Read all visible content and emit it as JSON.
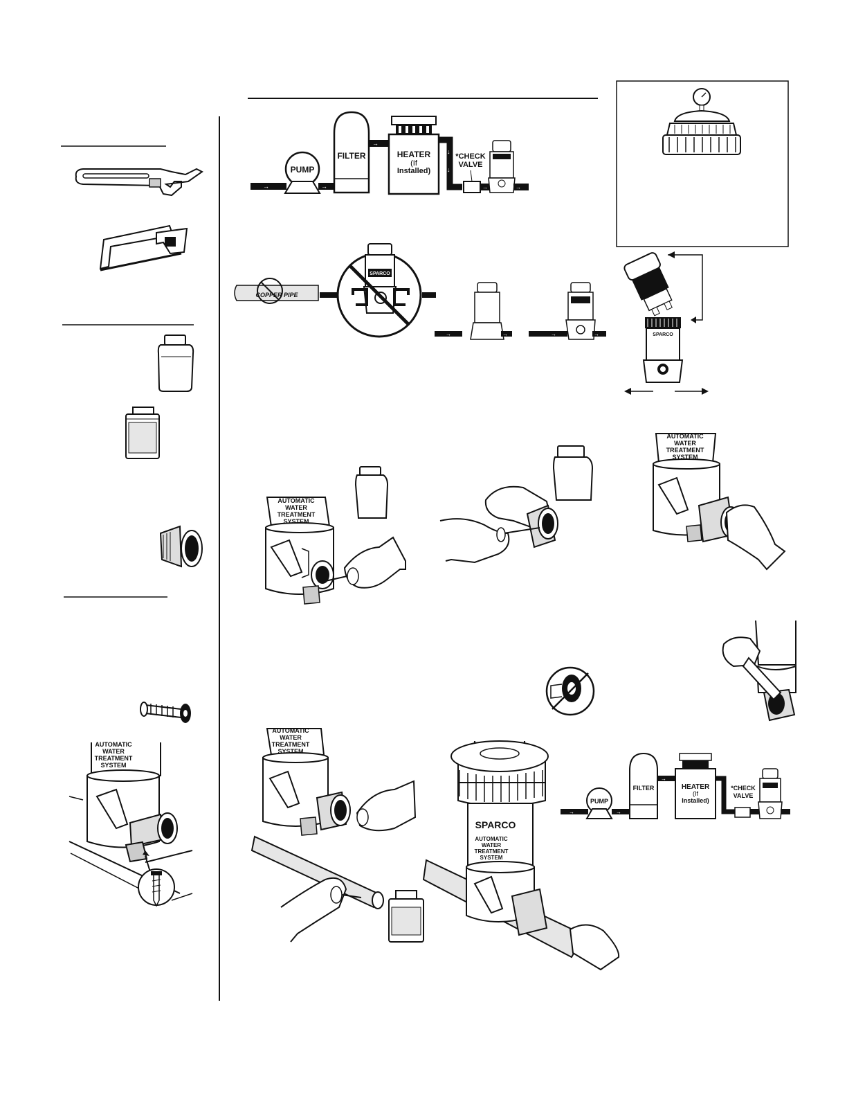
{
  "flow_diagram_top": {
    "pump": "PUMP",
    "filter": "FILTER",
    "heater": "HEATER",
    "heater_if": "(If",
    "heater_installed": "Installed)",
    "check_valve_1": "*CHECK",
    "check_valve_2": "VALVE"
  },
  "copper_pipe": "COPPER PIPE",
  "brand": "SPARCO",
  "feeder_label": {
    "line1": "AUTOMATIC",
    "line2": "WATER",
    "line3": "TREATMENT",
    "line4": "SYSTEM"
  },
  "flow_diagram_bottom": {
    "pump": "PUMP",
    "filter": "FILTER",
    "heater": "HEATER",
    "heater_if": "(If",
    "heater_installed": "Installed)",
    "check_valve_1": "*CHECK",
    "check_valve_2": "VALVE"
  },
  "colors": {
    "ink": "#111111",
    "paper": "#ffffff",
    "shade": "#cfcfcf"
  }
}
